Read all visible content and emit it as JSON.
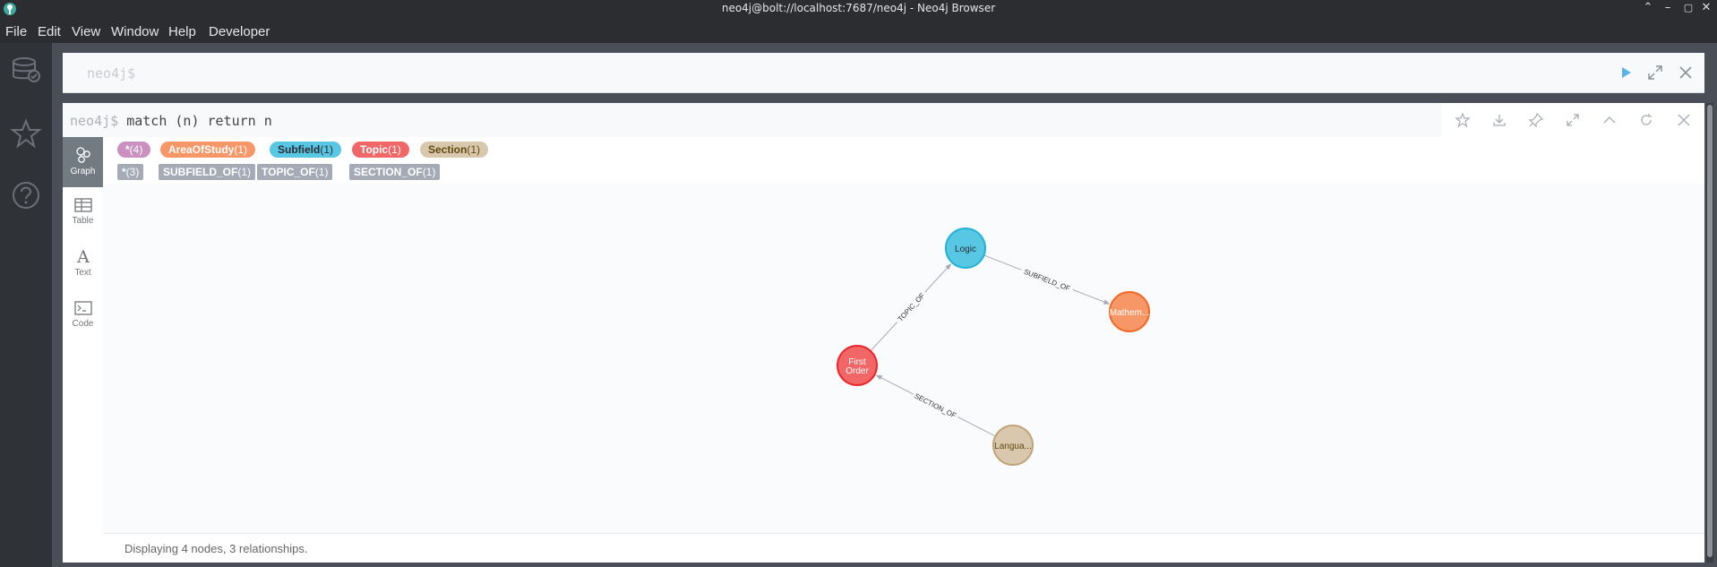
{
  "window": {
    "title": "neo4j@bolt://localhost:7687/neo4j - Neo4j Browser"
  },
  "menu": [
    "File",
    "Edit",
    "View",
    "Window",
    "Help",
    "Developer"
  ],
  "editor": {
    "placeholder": "neo4j$"
  },
  "frame": {
    "prompt": "neo4j$",
    "query": " match (n) return n",
    "tabs": [
      "Graph",
      "Table",
      "Text",
      "Code"
    ],
    "active_tab": "Graph"
  },
  "legend": {
    "labels": [
      {
        "name": "*",
        "count": "(4)",
        "bg": "#c990c0",
        "fg": "#ffffff"
      },
      {
        "name": "AreaOfStudy",
        "count": "(1)",
        "bg": "#f79767",
        "fg": "#ffffff"
      },
      {
        "name": "Subfield",
        "count": "(1)",
        "bg": "#57c7e3",
        "fg": "#2a2c34"
      },
      {
        "name": "Topic",
        "count": "(1)",
        "bg": "#f16667",
        "fg": "#ffffff"
      },
      {
        "name": "Section",
        "count": "(1)",
        "bg": "#d9c8ae",
        "fg": "#604a0e"
      }
    ],
    "relationships": [
      {
        "name": "*",
        "count": "(3)"
      },
      {
        "name": "SUBFIELD_OF",
        "count": "(1)"
      },
      {
        "name": "TOPIC_OF",
        "count": "(1)"
      },
      {
        "name": "SECTION_OF",
        "count": "(1)"
      }
    ]
  },
  "graph": {
    "nodes": [
      {
        "id": "logic",
        "caption": [
          "Logic"
        ],
        "label": "Subfield",
        "fill": "#57c7e3",
        "stroke": "#23b3d7",
        "text": "#2a2c34"
      },
      {
        "id": "math",
        "caption": [
          "Mathem..."
        ],
        "label": "AreaOfStudy",
        "fill": "#f79767",
        "stroke": "#f36924",
        "text": "#ffffff"
      },
      {
        "id": "fo",
        "caption": [
          "First",
          "Order"
        ],
        "label": "Topic",
        "fill": "#f16667",
        "stroke": "#eb2728",
        "text": "#ffffff"
      },
      {
        "id": "lang",
        "caption": [
          "Langua..."
        ],
        "label": "Section",
        "fill": "#d9c8ae",
        "stroke": "#c0a378",
        "text": "#604a0e"
      }
    ],
    "relationships": [
      {
        "type": "SUBFIELD_OF",
        "from": "logic",
        "to": "math"
      },
      {
        "type": "TOPIC_OF",
        "from": "fo",
        "to": "logic"
      },
      {
        "type": "SECTION_OF",
        "from": "lang",
        "to": "fo"
      }
    ]
  },
  "status": {
    "message": "Displaying 4 nodes, 3 relationships."
  }
}
